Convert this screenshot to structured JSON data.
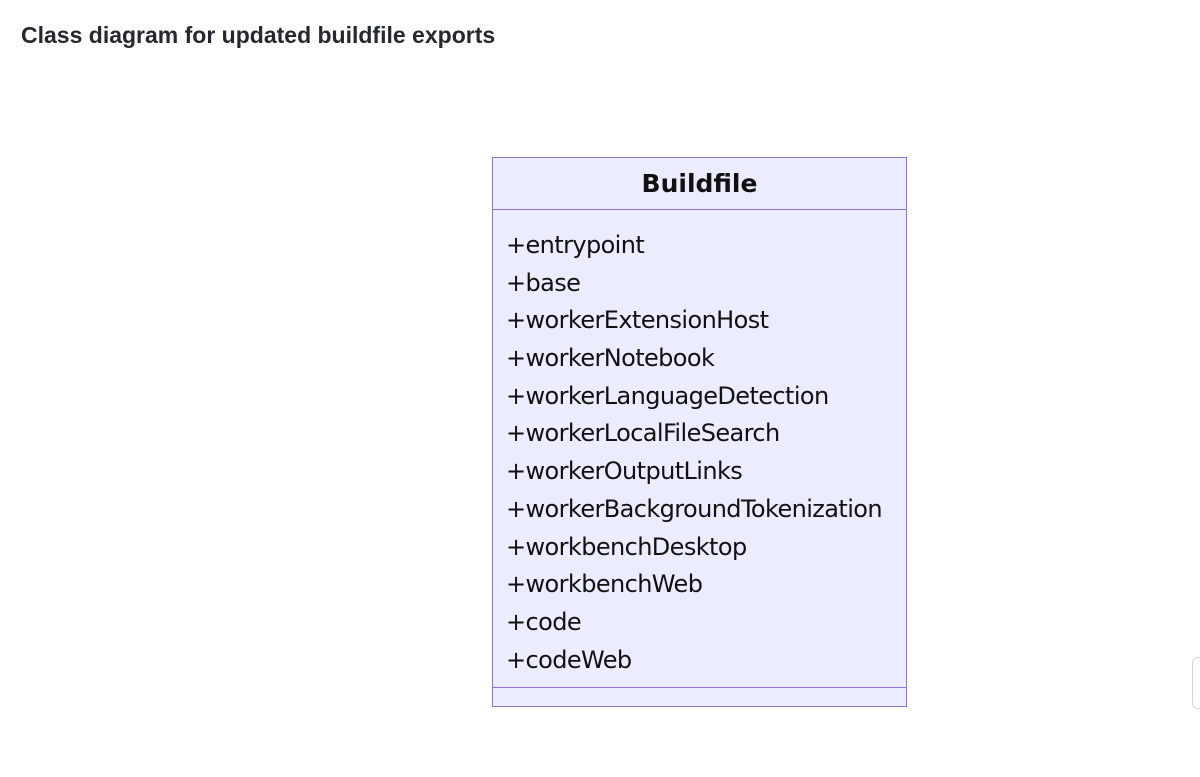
{
  "page": {
    "title": "Class diagram for updated buildfile exports"
  },
  "diagram": {
    "class_name": "Buildfile",
    "members": [
      "+entrypoint",
      "+base",
      "+workerExtensionHost",
      "+workerNotebook",
      "+workerLanguageDetection",
      "+workerLocalFileSearch",
      "+workerOutputLinks",
      "+workerBackgroundTokenization",
      "+workbenchDesktop",
      "+workbenchWeb",
      "+code",
      "+codeWeb"
    ],
    "colors": {
      "box_fill": "#ececff",
      "box_border": "#9370db",
      "text": "#111111"
    }
  }
}
